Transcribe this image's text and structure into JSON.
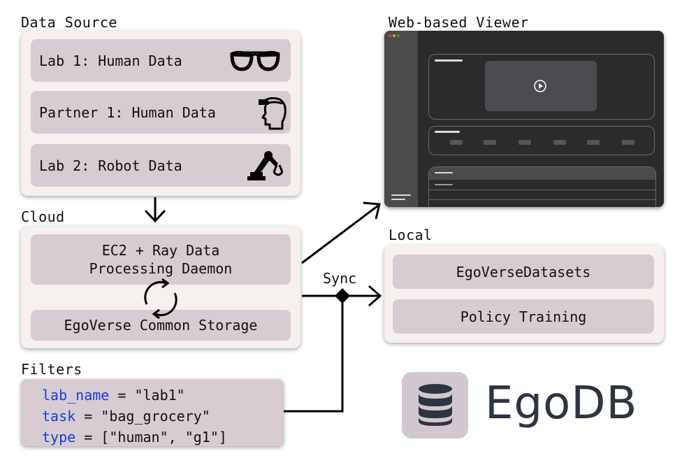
{
  "data_source": {
    "label": "Data Source",
    "items": [
      {
        "label": "Lab 1: Human Data",
        "icon": "glasses-icon"
      },
      {
        "label": "Partner 1: Human Data",
        "icon": "head-camera-icon"
      },
      {
        "label": "Lab 2: Robot Data",
        "icon": "robot-arm-icon"
      }
    ]
  },
  "cloud": {
    "label": "Cloud",
    "processing": "EC2 + Ray Data\nProcessing Daemon",
    "storage": "EgoVerse Common Storage"
  },
  "viewer": {
    "label": "Web-based Viewer"
  },
  "local": {
    "label": "Local",
    "items": [
      "EgoVerseDatasets",
      "Policy Training"
    ]
  },
  "sync_label": "Sync",
  "filters": {
    "label": "Filters",
    "lines": [
      {
        "key": "lab_name",
        "op": " = ",
        "value": "\"lab1\""
      },
      {
        "key": "task",
        "op": " = ",
        "value": "\"bag_grocery\""
      },
      {
        "key": "type",
        "op": " = ",
        "value": "[\"human\", \"g1\"]"
      }
    ]
  },
  "brand": {
    "name": "EgoDB",
    "icon": "database-icon"
  },
  "colors": {
    "panel": "#f6f1ee",
    "box": "#d7ccd2",
    "keyword": "#1a3ad8",
    "brand_text": "#2e3440"
  }
}
